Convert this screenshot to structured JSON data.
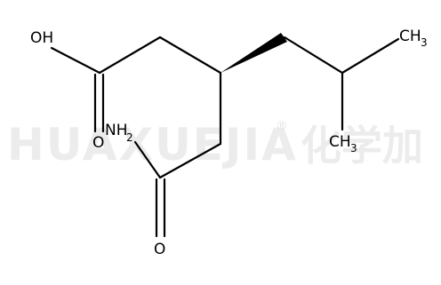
{
  "watermark": {
    "latin": "HUAXUEJIA",
    "registered": "®",
    "cn": "化学加"
  },
  "labels": {
    "oh": "OH",
    "o_top": "O",
    "nh": "NH",
    "nh_sub": "2",
    "o_bottom": "O",
    "ch": "CH",
    "ch_sub": "3",
    "ch2": "CH",
    "ch2_sub": "3"
  }
}
